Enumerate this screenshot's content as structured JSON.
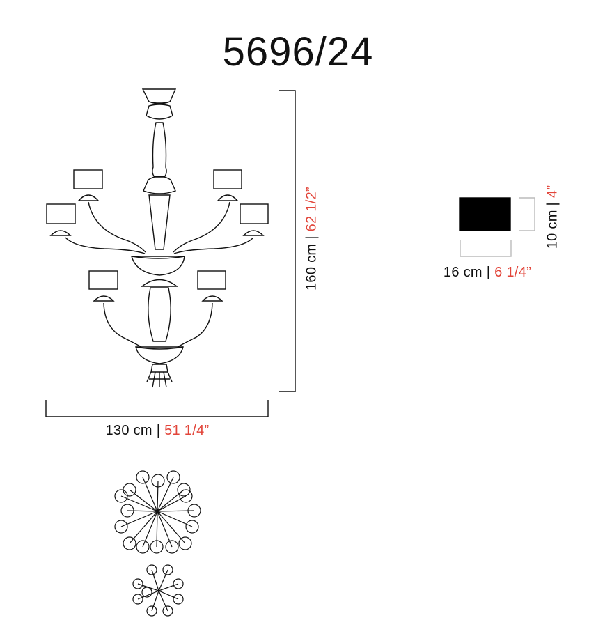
{
  "model": "5696/24",
  "chandelier_dimensions": {
    "height_cm": "160 cm",
    "height_in": "62 1/2”",
    "width_cm": "130 cm",
    "width_in": "51 1/4”"
  },
  "shade_dimensions": {
    "width_cm": "16 cm",
    "width_in": "6 1/4”",
    "height_cm": "10 cm",
    "height_in": "4”"
  },
  "separator": "|",
  "colors": {
    "text": "#111111",
    "inch_accent": "#e2453a",
    "shade_fill": "#000000"
  }
}
